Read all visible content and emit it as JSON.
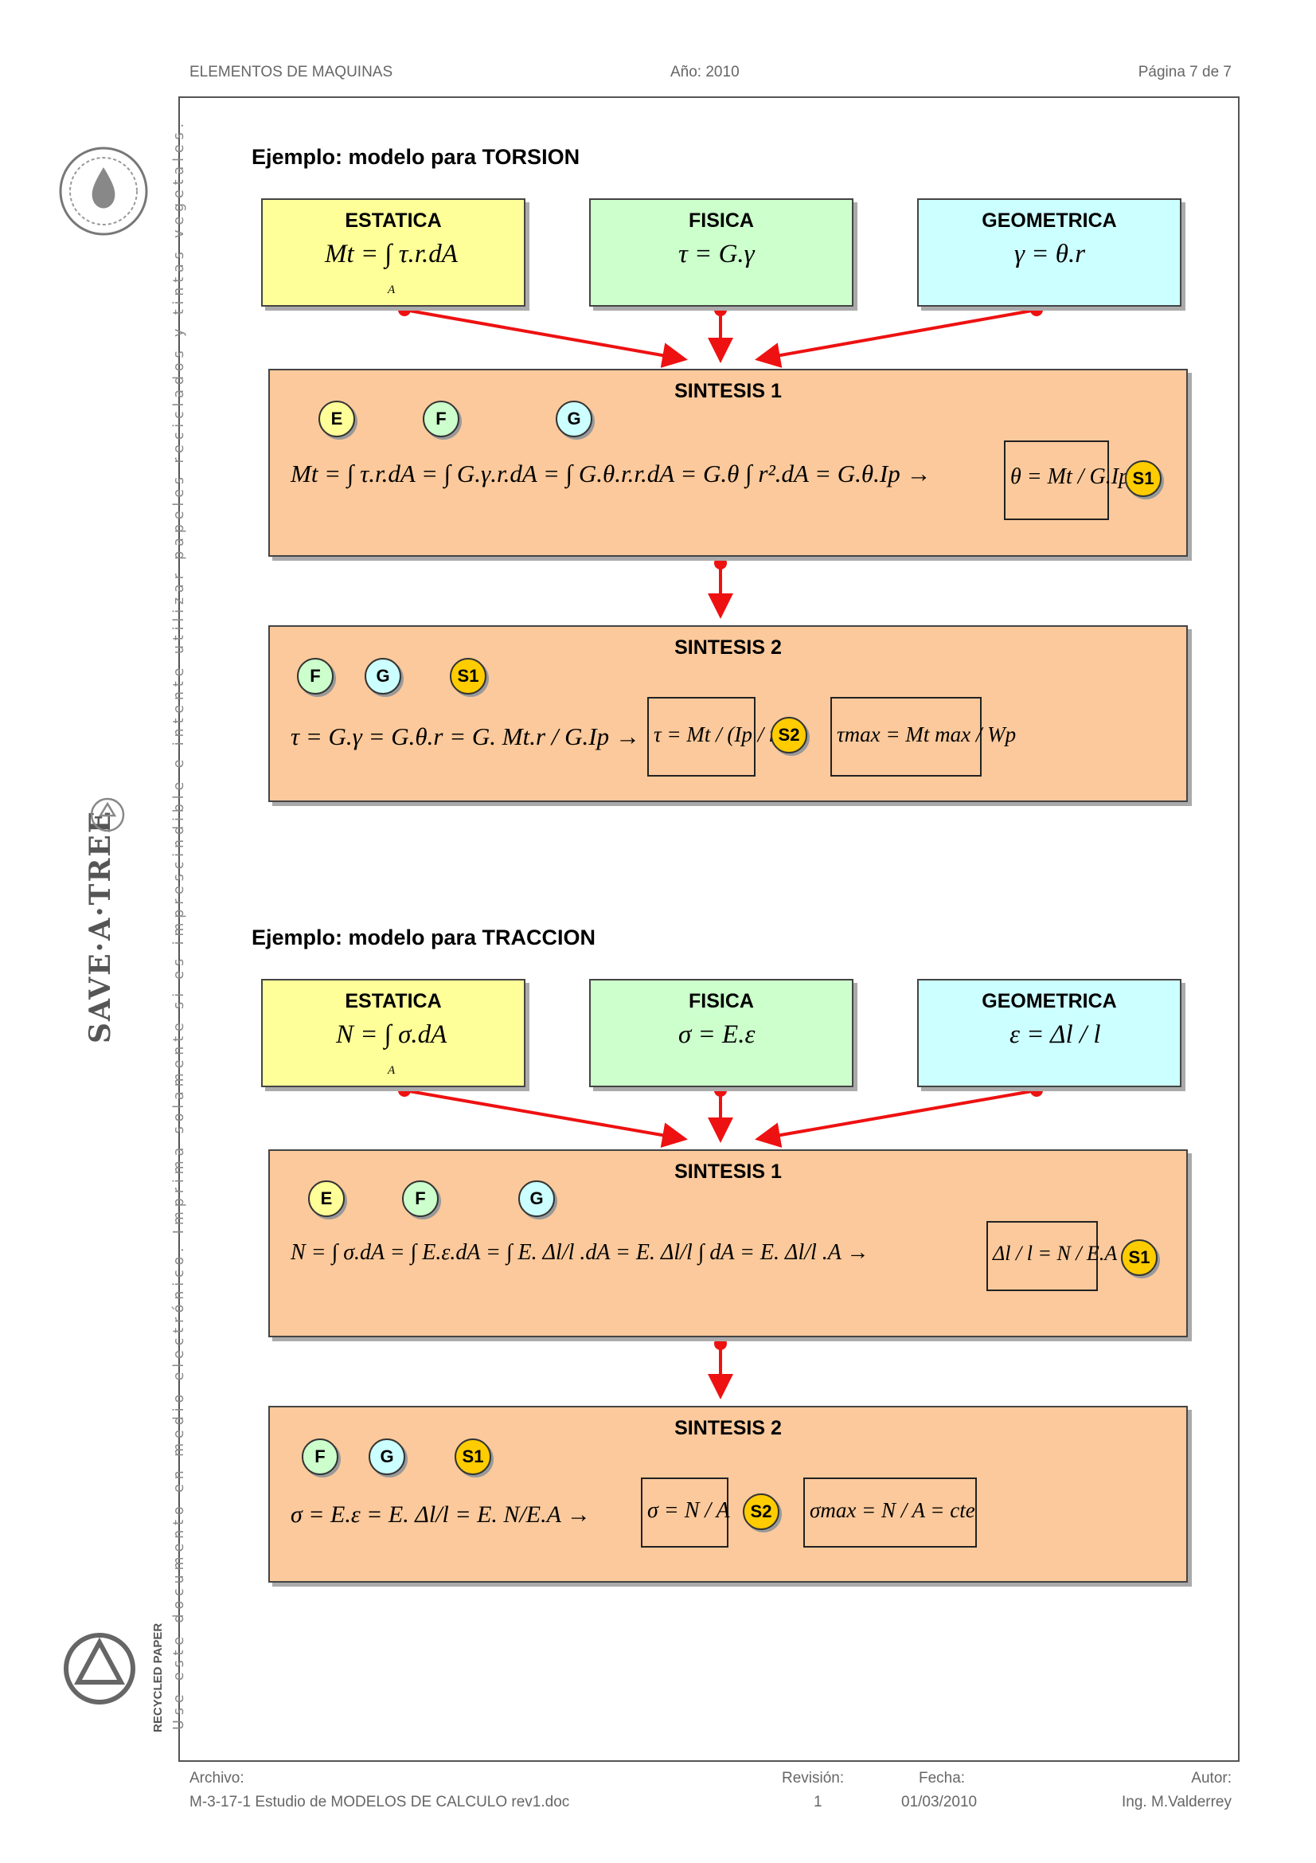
{
  "header": {
    "left": "ELEMENTOS DE MAQUINAS",
    "center": "Año: 2010",
    "right": "Página 7 de 7"
  },
  "sidebar_text": "Use este documento en medio electrónico. Imprima solamente si es imprescindible e intente utilizar papeles reciclados y tintas vegetales.",
  "watermarks": {
    "save_a_tree": "SAVE·A·TREE",
    "recycled_paper": "RECYCLED PAPER"
  },
  "torsion": {
    "title": "Ejemplo: modelo para TORSION",
    "estatica": {
      "title": "ESTATICA",
      "formula": "Mt = ∫ τ.r.dA",
      "limit": "A"
    },
    "fisica": {
      "title": "FISICA",
      "formula": "τ = G.γ"
    },
    "geometrica": {
      "title": "GEOMETRICA",
      "formula": "γ = θ.r"
    },
    "sintesis1": {
      "title": "SINTESIS 1",
      "badges": [
        "E",
        "F",
        "G"
      ],
      "formula": "Mt = ∫ τ.r.dA = ∫ G.γ.r.dA = ∫ G.θ.r.r.dA = G.θ ∫ r².dA = G.θ.Ip →",
      "result": "θ = Mt / G.Ip",
      "result_badge": "S1"
    },
    "sintesis2": {
      "title": "SINTESIS 2",
      "badges": [
        "F",
        "G",
        "S1"
      ],
      "formula": "τ = G.γ = G.θ.r = G. Mt.r / G.Ip →",
      "result": "τ = Mt / (Ip / r)",
      "result_badge": "S2",
      "result2": "τmax = Mt max / Wp"
    }
  },
  "traccion": {
    "title": "Ejemplo: modelo para TRACCION",
    "estatica": {
      "title": "ESTATICA",
      "formula": "N = ∫ σ.dA",
      "limit": "A"
    },
    "fisica": {
      "title": "FISICA",
      "formula": "σ = E.ε"
    },
    "geometrica": {
      "title": "GEOMETRICA",
      "formula": "ε = Δl / l"
    },
    "sintesis1": {
      "title": "SINTESIS 1",
      "badges": [
        "E",
        "F",
        "G"
      ],
      "formula": "N = ∫ σ.dA = ∫ E.ε.dA = ∫ E. Δl/l .dA = E. Δl/l ∫ dA = E. Δl/l .A →",
      "result": "Δl / l = N / E.A",
      "result_badge": "S1"
    },
    "sintesis2": {
      "title": "SINTESIS 2",
      "badges": [
        "F",
        "G",
        "S1"
      ],
      "formula": "σ = E.ε = E. Δl/l = E. N/E.A →",
      "result": "σ = N / A",
      "result_badge": "S2",
      "result2": "σmax = N / A = cte"
    }
  },
  "footer": {
    "archivo_label": "Archivo:",
    "archivo_value": "M-3-17-1 Estudio de MODELOS DE CALCULO rev1.doc",
    "revision_label": "Revisión:",
    "revision_value": "1",
    "fecha_label": "Fecha:",
    "fecha_value": "01/03/2010",
    "autor_label": "Autor:",
    "autor_value": "Ing. M.Valderrey"
  }
}
